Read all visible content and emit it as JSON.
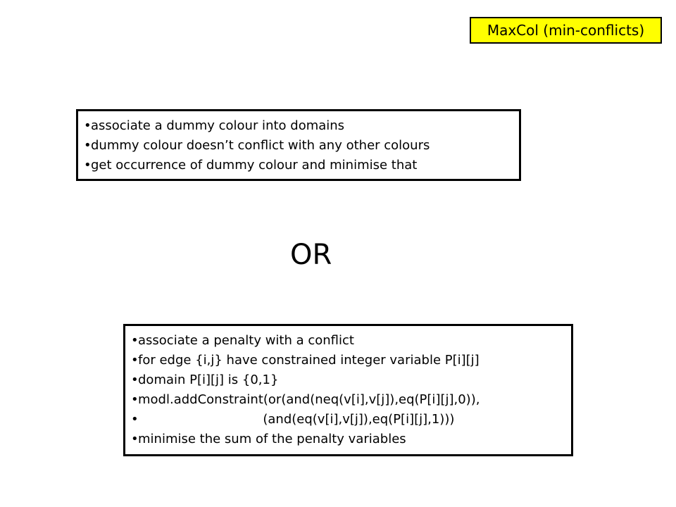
{
  "title_tag": "MaxCol (min-conflicts)",
  "box1": {
    "items": [
      "associate a dummy colour into domains",
      "dummy colour doesn’t conflict with any other colours",
      "get occurrence of dummy colour and minimise that"
    ]
  },
  "or_word": "OR",
  "box2": {
    "items": [
      "associate a penalty with a conflict",
      "for edge {i,j} have constrained integer variable P[i][j]",
      "domain P[i][j] is {0,1}",
      "modl.addConstraint(or(and(neq(v[i],v[j]),eq(P[i][j],0)),",
      "                               (and(eq(v[i],v[j]),eq(P[i][j],1)))",
      "minimise the sum of the penalty variables"
    ]
  },
  "colors": {
    "title_background": "#ffff00",
    "border": "#000000",
    "text": "#000000",
    "background": "#ffffff"
  }
}
